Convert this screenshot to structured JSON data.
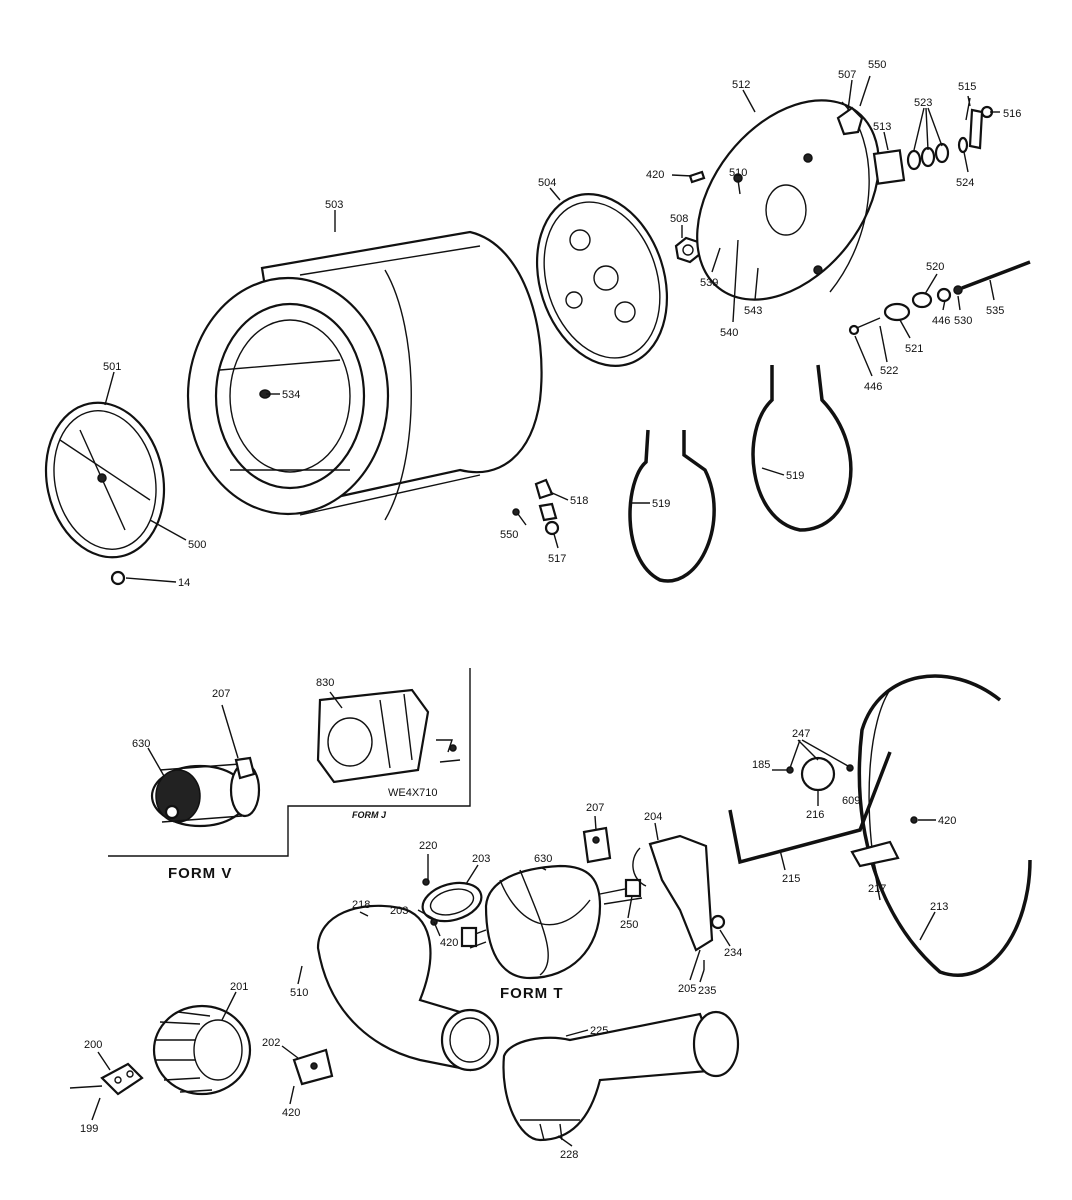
{
  "callouts": {
    "c550a": "550",
    "c507": "507",
    "c512": "512",
    "c515": "515",
    "c516": "516",
    "c523": "523",
    "c513": "513",
    "c524": "524",
    "c420a": "420",
    "c510a": "510",
    "c504": "504",
    "c508": "508",
    "c503": "503",
    "c539": "539",
    "c540": "540",
    "c543": "543",
    "c520": "520",
    "c446a": "446",
    "c530": "530",
    "c535": "535",
    "c521": "521",
    "c522": "522",
    "c446b": "446",
    "c501": "501",
    "c534": "534",
    "c518": "518",
    "c550b": "550",
    "c517": "517",
    "c519a": "519",
    "c519b": "519",
    "c500": "500",
    "c14": "14",
    "c207a": "207",
    "c830": "830",
    "c630a": "630",
    "c207b": "207",
    "c204": "204",
    "c220": "220",
    "c203a": "203",
    "c630b": "630",
    "c203b": "203",
    "c420b": "420",
    "c250": "250",
    "c218": "218",
    "c247": "247",
    "c185": "185",
    "c609": "609",
    "c216": "216",
    "c420c": "420",
    "c215": "215",
    "c217": "217",
    "c213": "213",
    "c234": "234",
    "c205": "205",
    "c235": "235",
    "c201": "201",
    "c510b": "510",
    "c200": "200",
    "c202": "202",
    "c199": "199",
    "c420d": "420",
    "c225": "225",
    "c228": "228"
  },
  "labels": {
    "form_v": "FORM V",
    "form_j": "FORM J",
    "form_t": "FORM T",
    "we_part": "WE4X710"
  }
}
